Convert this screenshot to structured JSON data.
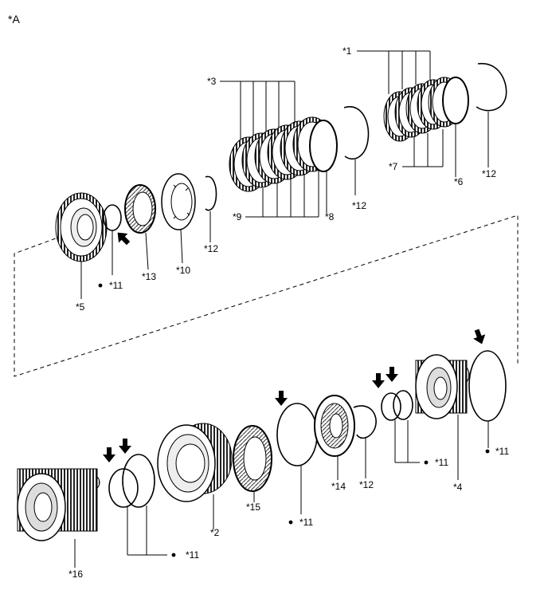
{
  "figure_tag": "*A",
  "callouts": {
    "c1": "*1",
    "c3": "*3",
    "c7": "*7",
    "c6": "*6",
    "c12a": "*12",
    "c9": "*9",
    "c8": "*8",
    "c12b": "*12",
    "c12c": "*12",
    "c11a": "*11",
    "c13": "*13",
    "c10": "*10",
    "c5": "*5",
    "c11b": "*11",
    "c11c": "*11",
    "c4": "*4",
    "c14": "*14",
    "c12d": "*12",
    "c15": "*15",
    "c11d": "*11",
    "c2": "*2",
    "c11e": "*11",
    "c16": "*16"
  }
}
